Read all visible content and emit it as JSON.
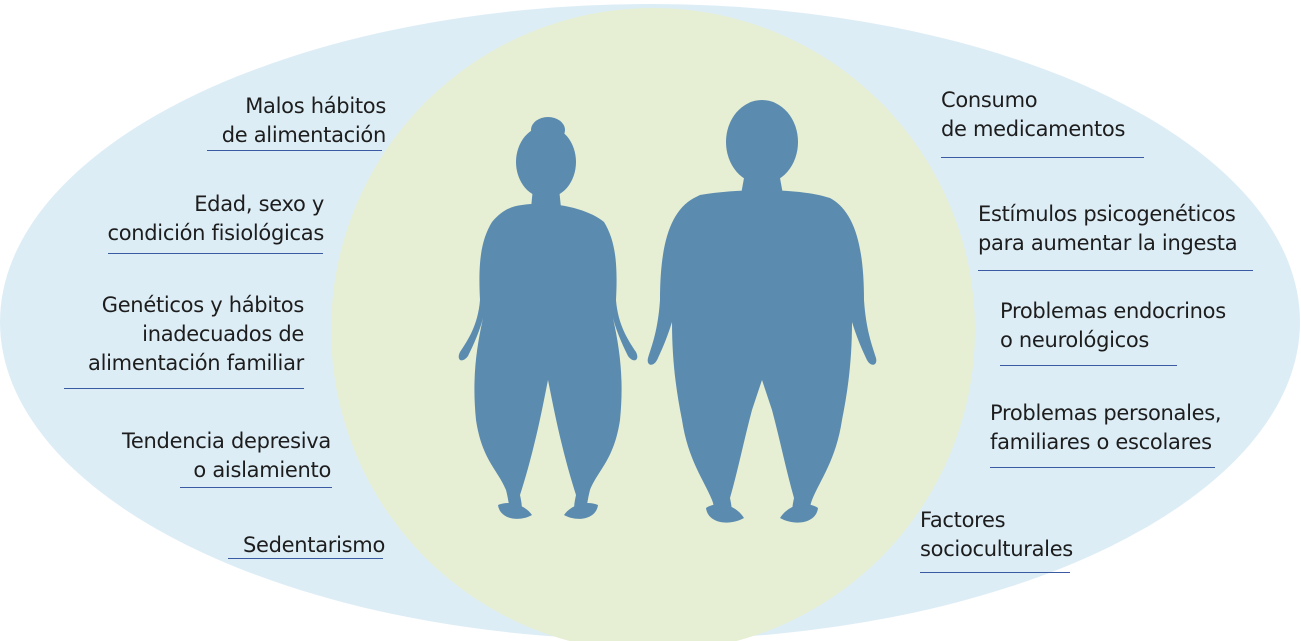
{
  "colors": {
    "outer_ellipse": "#ddedf6",
    "inner_circle": "#e6efd3",
    "silhouette": "#5c8bb0",
    "underline": "#3a5aa3",
    "text": "#1d1d1d"
  },
  "figures": [
    "woman-silhouette-icon",
    "man-silhouette-icon"
  ],
  "left_factors": [
    {
      "text": "Malos hábitos\nde alimentación"
    },
    {
      "text": "Edad, sexo y\ncondición fisiológicas"
    },
    {
      "text": "Genéticos y hábitos\ninadecuados de\nalimentación familiar"
    },
    {
      "text": "Tendencia depresiva\no aislamiento"
    },
    {
      "text": "Sedentarismo"
    }
  ],
  "right_factors": [
    {
      "text": "Consumo\nde medicamentos"
    },
    {
      "text": "Estímulos psicogenéticos\npara aumentar la ingesta"
    },
    {
      "text": "Problemas endocrinos\no neurológicos"
    },
    {
      "text": "Problemas personales,\nfamiliares o escolares"
    },
    {
      "text": "Factores\nsocioculturales"
    }
  ]
}
